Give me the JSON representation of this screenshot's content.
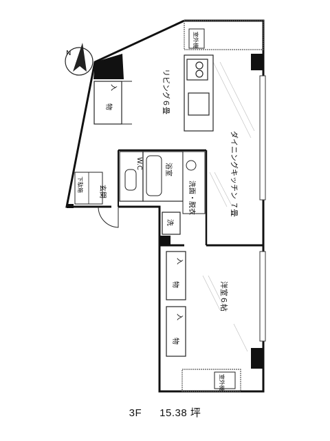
{
  "compass": {
    "label": "N"
  },
  "rooms": {
    "living": "リビング６畳",
    "dining_kitchen": "ダイニングキッチン ７畳",
    "western": "洋室６帖",
    "closet_top_a": "物",
    "closet_top_b": "入",
    "closet_mid_a": "物",
    "closet_mid_b": "入",
    "closet_low_a": "物",
    "closet_low_b": "入",
    "wc": "W.C",
    "bath": "浴室",
    "washroom": "洗面・脱衣",
    "washer": "洗",
    "entrance": "玄関",
    "shoebox": "下駄箱",
    "aircon_top": "室外機",
    "aircon_bottom": "室外機"
  },
  "caption": {
    "floor": "3F",
    "area": "15.38 坪"
  }
}
